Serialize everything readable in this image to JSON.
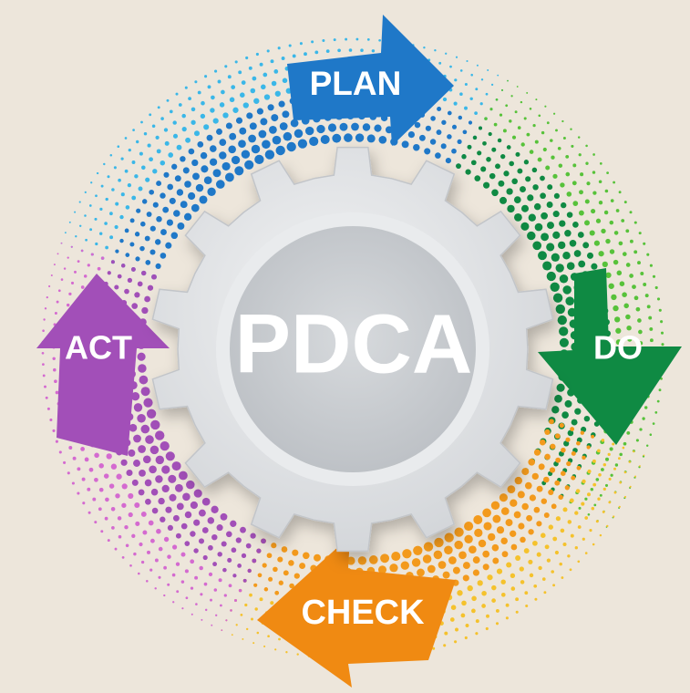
{
  "center": {
    "label": "PDCA"
  },
  "stages": [
    {
      "key": "plan",
      "label": "PLAN",
      "color": "#1f78c8",
      "dot_colors": [
        "#1f78c8",
        "#3ab7e8"
      ]
    },
    {
      "key": "do",
      "label": "DO",
      "color": "#0f8a43",
      "dot_colors": [
        "#0f8a43",
        "#57c23a"
      ]
    },
    {
      "key": "check",
      "label": "CHECK",
      "color": "#f08a12",
      "dot_colors": [
        "#f39a1c",
        "#f5c22c"
      ]
    },
    {
      "key": "act",
      "label": "ACT",
      "color": "#a24fb8",
      "dot_colors": [
        "#a24fb8",
        "#d46ad0"
      ]
    }
  ],
  "colors": {
    "background": "#ede6db",
    "gear": "#dfe2e5",
    "gear_inner": "#c9ccd0"
  },
  "icons": {
    "center": "gear-icon"
  }
}
